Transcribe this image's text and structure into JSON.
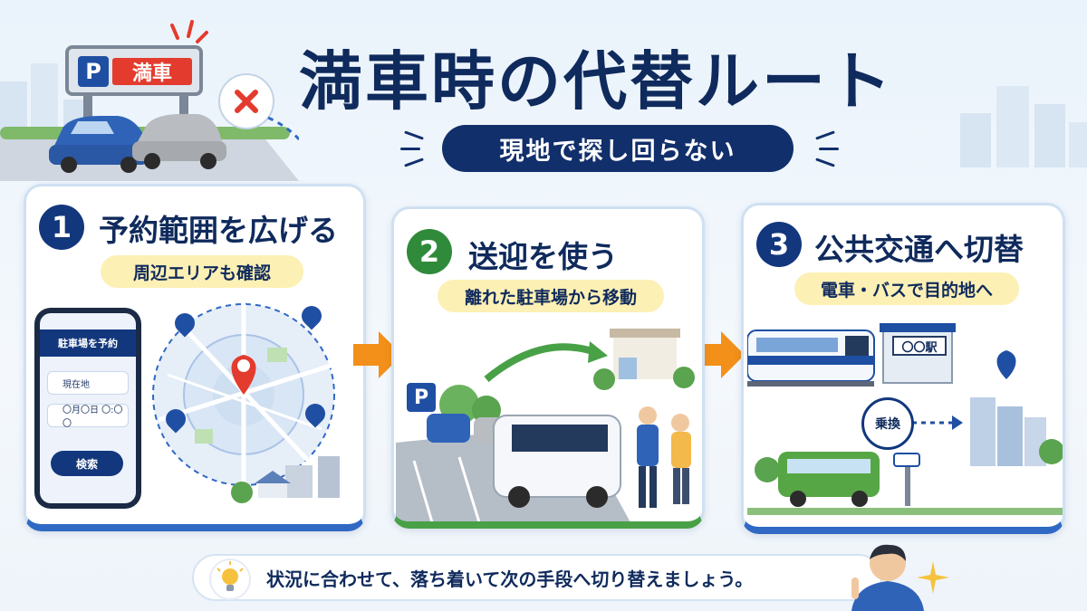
{
  "title": "満車時の代替ルート",
  "subtitle": "現地で探し回らない",
  "parking_sign": {
    "p": "P",
    "full": "満車"
  },
  "steps": [
    {
      "number": "1",
      "title": "予約範囲を広げる",
      "subtitle": "周辺エリアも確認"
    },
    {
      "number": "2",
      "title": "送迎を使う",
      "subtitle": "離れた駐車場から移動"
    },
    {
      "number": "3",
      "title": "公共交通へ切替",
      "subtitle": "電車・バスで目的地へ"
    }
  ],
  "phone": {
    "header": "駐車場を予約",
    "location": "現在地",
    "date": "〇月〇日 〇:〇〇",
    "search": "検索"
  },
  "step2_parking": "P",
  "step3": {
    "station": "〇〇駅",
    "transfer": "乗換"
  },
  "tip": "状況に合わせて、落ち着いて次の手段へ切り替えましょう。",
  "colors": {
    "navy": "#12377d",
    "green": "#2f8a3a",
    "orange": "#f39019",
    "red": "#e33b2e",
    "yellow": "#fdf0b4"
  }
}
